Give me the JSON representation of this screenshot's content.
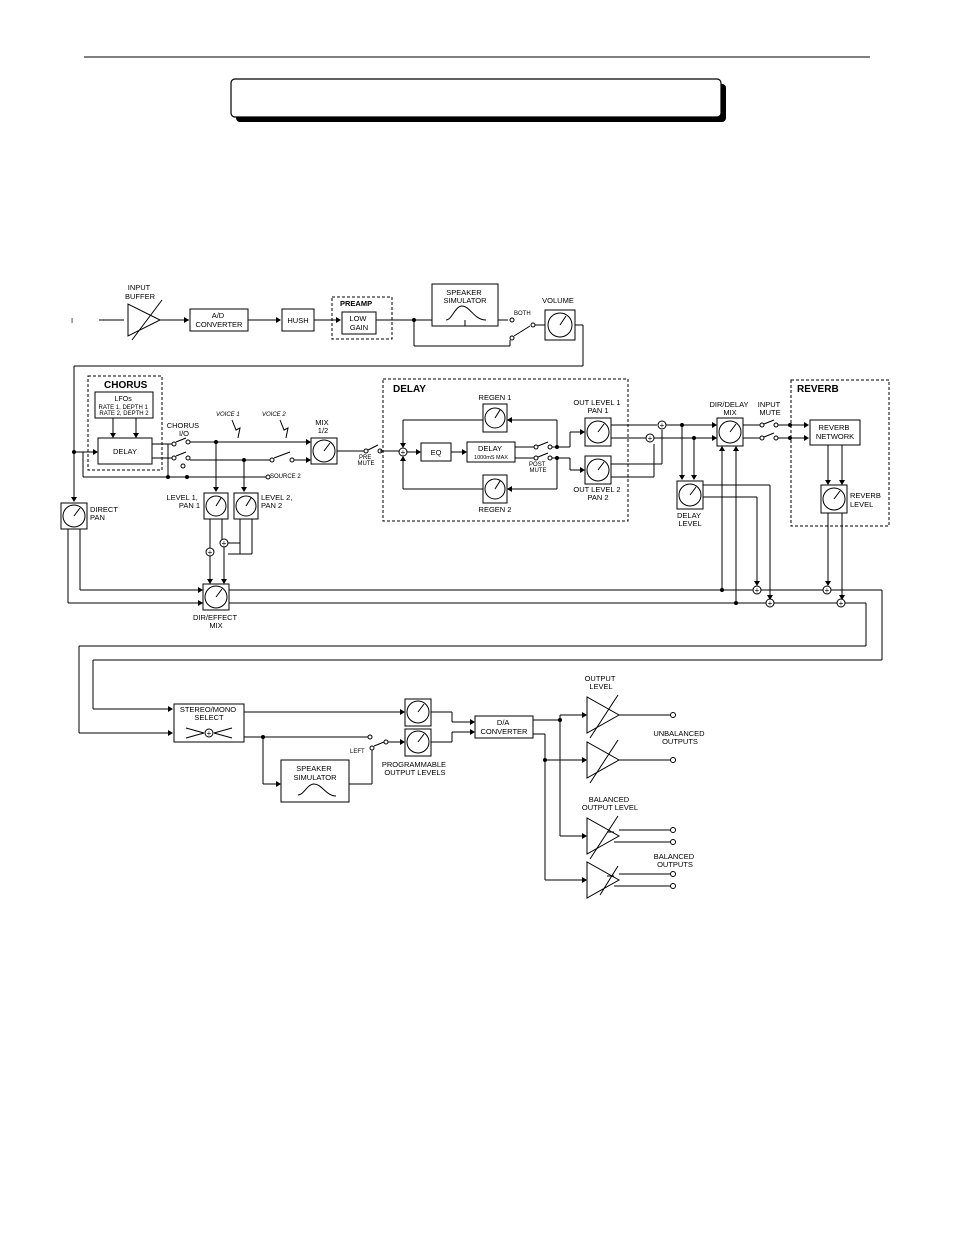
{
  "header": {
    "title_box_text": ""
  },
  "labels": {
    "input": "INPUT",
    "input_buffer": [
      "INPUT",
      "BUFFER"
    ],
    "ad_converter": [
      "A/D",
      "CONVERTER"
    ],
    "hush": "HUSH",
    "preamp": "PREAMP",
    "low_gain": [
      "LOW",
      "GAIN"
    ],
    "speaker_sim_top": [
      "SPEAKER",
      "SIMULATOR"
    ],
    "both": "BOTH",
    "volume": "VOLUME",
    "chorus": "CHORUS",
    "lfos": [
      "LFOs",
      "RATE 1, DEPTH 1",
      "RATE 2, DEPTH 2"
    ],
    "chorus_delay": "DELAY",
    "chorus_io": [
      "CHORUS",
      "I/O"
    ],
    "voice1": "VOICE 1",
    "voice2": "VOICE 2",
    "source2": "SOURCE 2",
    "mix12": [
      "MIX",
      "1/2"
    ],
    "pre_mute": [
      "PRE",
      "MUTE"
    ],
    "level1": [
      "LEVEL 1,",
      "PAN 1"
    ],
    "level2": [
      "LEVEL 2,",
      "PAN 2"
    ],
    "direct_pan": [
      "DIRECT",
      "PAN"
    ],
    "dir_effect_mix": [
      "DIR/EFFECT",
      "MIX"
    ],
    "delay": "DELAY",
    "regen1": "REGEN 1",
    "regen2": "REGEN 2",
    "eq": "EQ",
    "delay_block": [
      "DELAY",
      "1000mS MAX"
    ],
    "post_mute": [
      "POST",
      "MUTE"
    ],
    "out_level1": [
      "OUT LEVEL 1",
      "PAN 1"
    ],
    "out_level2": [
      "OUT LEVEL 2",
      "PAN 2"
    ],
    "dir_delay_mix": [
      "DIR/DELAY",
      "MIX"
    ],
    "delay_level": [
      "DELAY",
      "LEVEL"
    ],
    "input_mute": [
      "INPUT",
      "MUTE"
    ],
    "reverb": "REVERB",
    "reverb_network": [
      "REVERB",
      "NETWORK"
    ],
    "reverb_level": [
      "REVERB",
      "LEVEL"
    ],
    "stereo_mono": [
      "STEREO/MONO",
      "SELECT"
    ],
    "left": "LEFT",
    "speaker_sim_bottom": [
      "SPEAKER",
      "SIMULATOR"
    ],
    "prog_levels": [
      "PROGRAMMABLE",
      "OUTPUT LEVELS"
    ],
    "da_converter": [
      "D/A",
      "CONVERTER"
    ],
    "output_level": [
      "OUTPUT",
      "LEVEL"
    ],
    "unbalanced": [
      "UNBALANCED",
      "OUTPUTS"
    ],
    "balanced_level": [
      "BALANCED",
      "OUTPUT  LEVEL"
    ],
    "balanced_outputs": [
      "BALANCED",
      "OUTPUTS"
    ]
  }
}
